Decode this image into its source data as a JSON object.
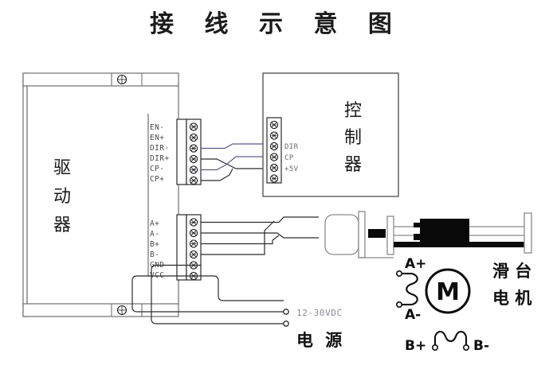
{
  "title": "接 线 示 意 图",
  "driver": {
    "label_chars": [
      "驱",
      "动",
      "器"
    ],
    "signal_terminal": {
      "name": "driver-signal-terminal",
      "pins": [
        "EN-",
        "EN+",
        "DIR-",
        "DIR+",
        "CP-",
        "CP+"
      ]
    },
    "power_terminal": {
      "name": "driver-motor-power-terminal",
      "pins": [
        "A+",
        "A-",
        "B+",
        "B-",
        "GND",
        "VCC"
      ]
    }
  },
  "controller": {
    "label_chars": [
      "控",
      "制",
      "器"
    ],
    "terminal": {
      "name": "controller-terminal",
      "pin_count": 6,
      "labels": [
        "DIR",
        "CP",
        "+5V"
      ]
    }
  },
  "power_supply": {
    "voltage": "12-30VDC",
    "label": "电 源"
  },
  "motor": {
    "glyph": "M",
    "label_lines": [
      "滑 台",
      "电 机"
    ],
    "coil_a": {
      "positive": "A+",
      "negative": "A-"
    },
    "coil_b": {
      "positive": "B+",
      "negative": "B-"
    }
  },
  "colors": {
    "wire_signal_blue": "#5a5a8a",
    "wire_dark": "#2b2b2b",
    "case_outline": "#6e6e6e",
    "ink": "#101010"
  }
}
